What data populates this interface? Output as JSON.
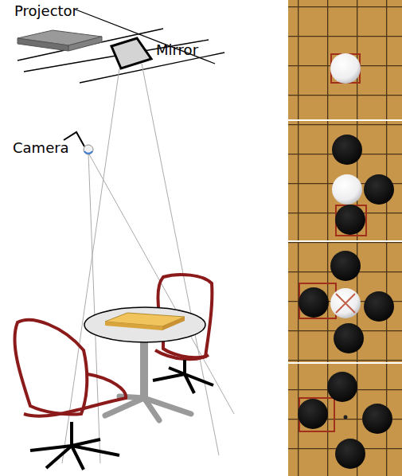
{
  "diagram": {
    "labels": [
      "Projector",
      "Mirror",
      "Camera"
    ]
  }
}
